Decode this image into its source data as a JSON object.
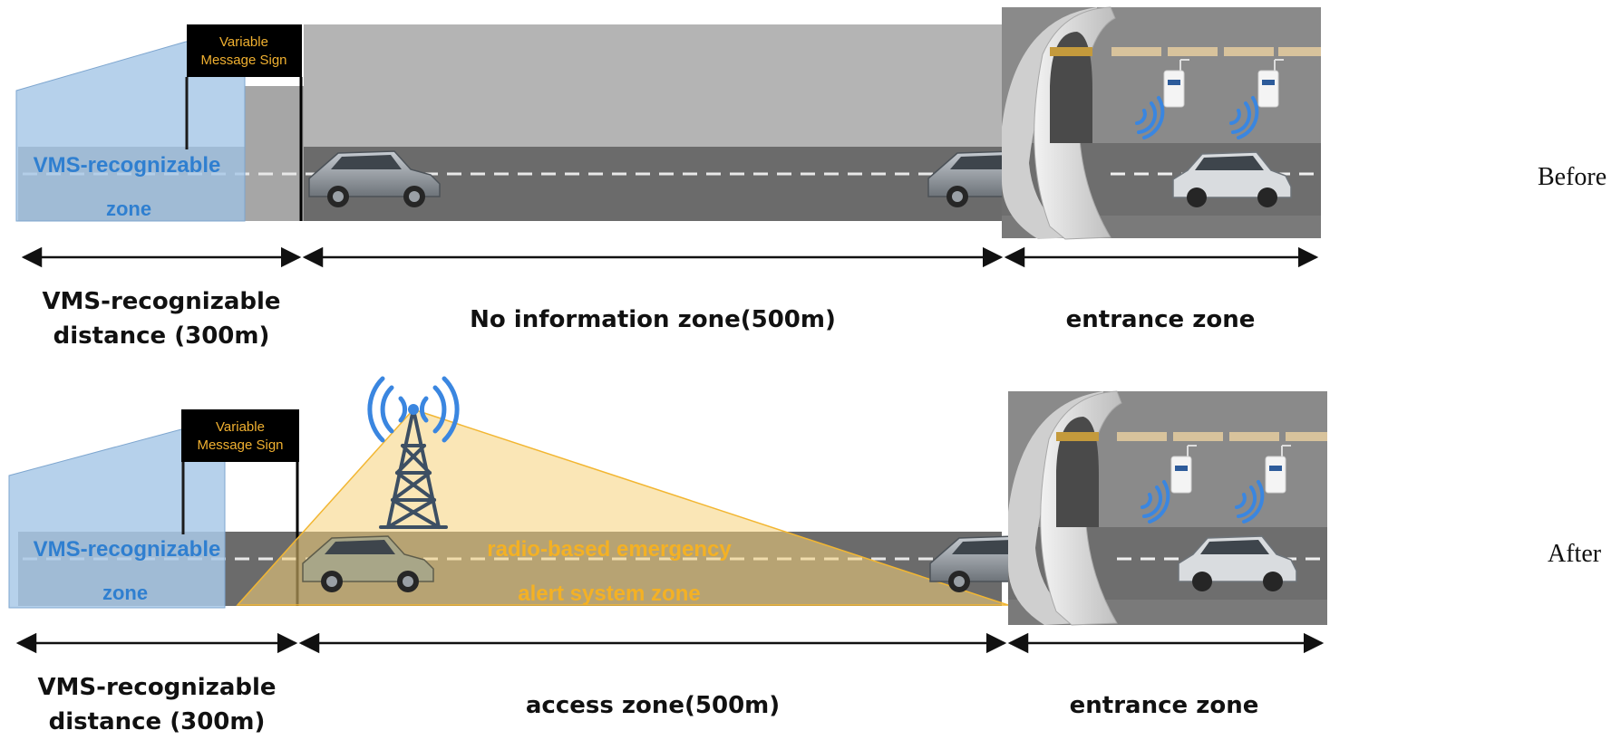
{
  "panels": [
    {
      "side_label": "Before",
      "sign_line1": "Variable",
      "sign_line2": "Message Sign",
      "vms_zone_line1": "VMS-recognizable",
      "vms_zone_line2": "zone",
      "has_tower": false,
      "dist_line1": "VMS-recognizable",
      "dist_line2": "distance (300m)",
      "middle_label": "No information zone(500m)",
      "entrance_label": "entrance zone"
    },
    {
      "side_label": "After",
      "sign_line1": "Variable",
      "sign_line2": "Message Sign",
      "vms_zone_line1": "VMS-recognizable",
      "vms_zone_line2": "zone",
      "has_tower": true,
      "radio_line1": "radio-based emergency",
      "radio_line2": "alert system zone",
      "dist_line1": "VMS-recognizable",
      "dist_line2": "distance (300m)",
      "middle_label": "access zone(500m)",
      "entrance_label": "entrance zone"
    }
  ],
  "colors": {
    "vms_zone_fill": "#a9c9e8",
    "vms_zone_text": "#2f7fd0",
    "sign_bg": "#000000",
    "sign_text": "#f0b030",
    "road": "#6b6b6b",
    "sky_band": "#b4b4b4",
    "radio_zone_fill": "#f5d27a",
    "radio_zone_text": "#f4b124",
    "signal_waves": "#3a86e0",
    "tunnel_portal": "#d2d2d2",
    "tunnel_inside": "#7a7a7a"
  }
}
